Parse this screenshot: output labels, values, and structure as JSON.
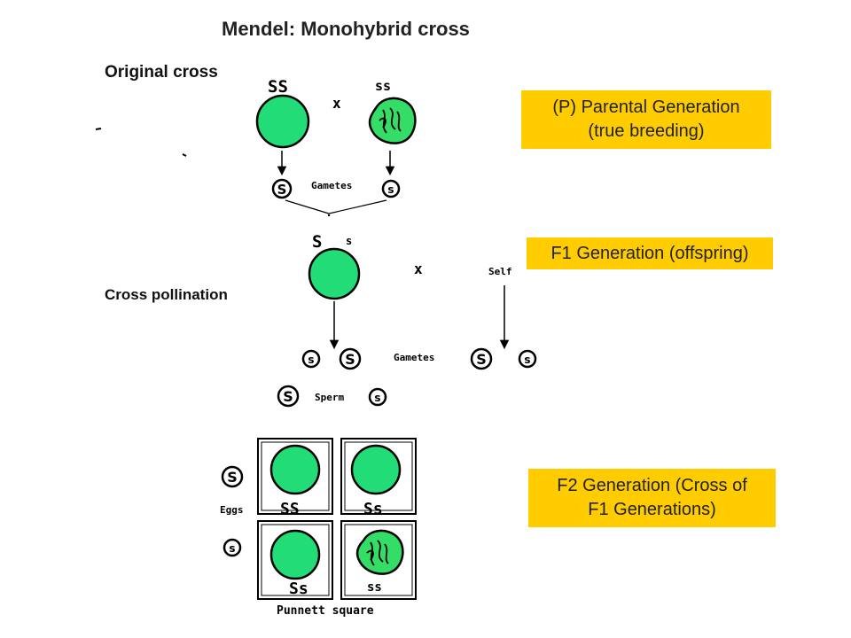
{
  "title": "Mendel: Monohybrid cross",
  "labels": {
    "original_cross": "Original cross",
    "cross_pollination": "Cross pollination"
  },
  "parents": {
    "left_genotype": "SS",
    "right_genotype": "ss",
    "cross_symbol": "x"
  },
  "gametes_label": "Gametes",
  "gametes_p": [
    "S",
    "s"
  ],
  "f1": {
    "genotype_big": "S",
    "genotype_small": "s",
    "cross_symbol": "x",
    "self_label": "Self"
  },
  "gametes_f1": {
    "label": "Gametes",
    "left": [
      "s",
      "S"
    ],
    "right": [
      "S",
      "s"
    ]
  },
  "sperm": {
    "label": "Sperm",
    "left": "S",
    "right": "s"
  },
  "eggs": {
    "label": "Eggs",
    "top": "S",
    "bottom": "s"
  },
  "punnett": {
    "label": "Punnett square",
    "cells": [
      "SS",
      "Ss",
      "Ss",
      "ss"
    ]
  },
  "boxes": {
    "parental_line1": "(P) Parental Generation",
    "parental_line2": "(true breeding)",
    "f1": "F1 Generation (offspring)",
    "f2_line1": "F2 Generation (Cross of",
    "f2_line2": "F1 Generations)"
  },
  "colors": {
    "smooth_pea": "#22dd77",
    "wrinkled_pea": "#33dd66",
    "box_fill": "#ffcc00",
    "outline": "#000000"
  }
}
